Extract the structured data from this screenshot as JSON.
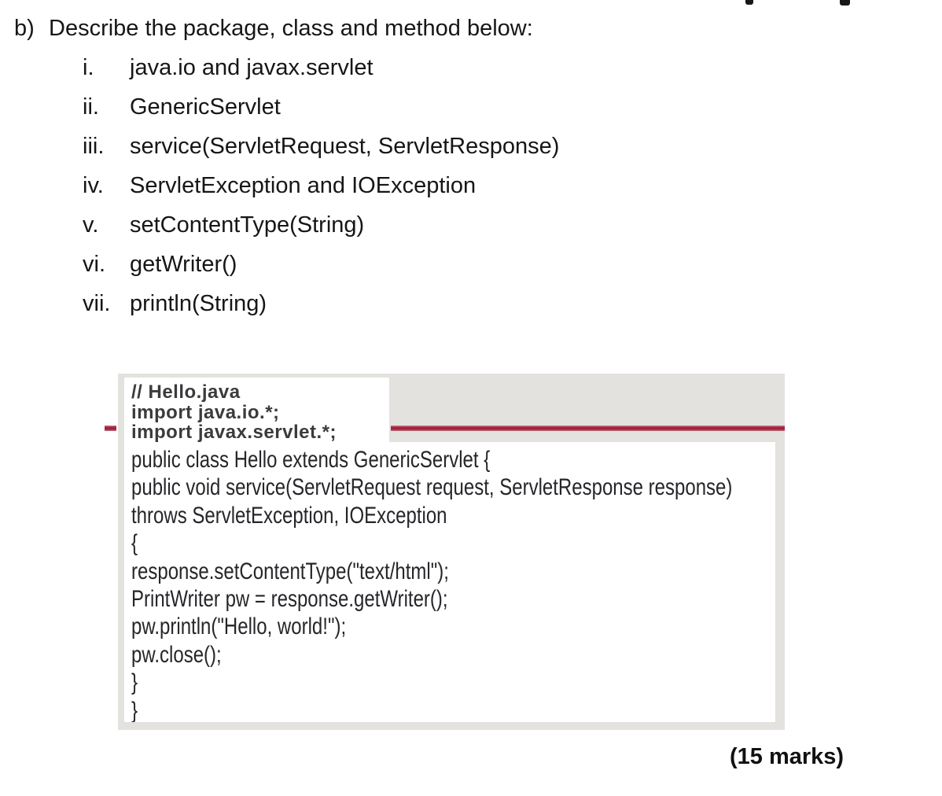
{
  "question": {
    "label": "b)",
    "text": "Describe the package, class and method below:",
    "items": [
      {
        "numeral": "i.",
        "text": "java.io and javax.servlet"
      },
      {
        "numeral": "ii.",
        "text": "GenericServlet"
      },
      {
        "numeral": "iii.",
        "text": "service(ServletRequest, ServletResponse)"
      },
      {
        "numeral": "iv.",
        "text": "ServletException and IOException"
      },
      {
        "numeral": "v.",
        "text": "setContentType(String)"
      },
      {
        "numeral": "vi.",
        "text": "getWriter()"
      },
      {
        "numeral": "vii.",
        "text": "println(String)"
      }
    ]
  },
  "code_figure": {
    "header_lines": [
      "// Hello.java",
      "import java.io.*;",
      "import javax.servlet.*;"
    ],
    "body_lines": [
      "public class Hello extends GenericServlet {",
      "public void service(ServletRequest request, ServletResponse response)",
      "throws ServletException, IOException",
      "{",
      "response.setContentType(\"text/html\");",
      "PrintWriter pw = response.getWriter();",
      "pw.println(\"Hello, world!\");",
      "pw.close();",
      "}",
      "}"
    ]
  },
  "marks_label": "(15 marks)",
  "colors": {
    "accent_red": "#a02743",
    "panel_gray": "#e4e2df",
    "code_text": "#26262a",
    "header_text": "#3b3b3e"
  }
}
